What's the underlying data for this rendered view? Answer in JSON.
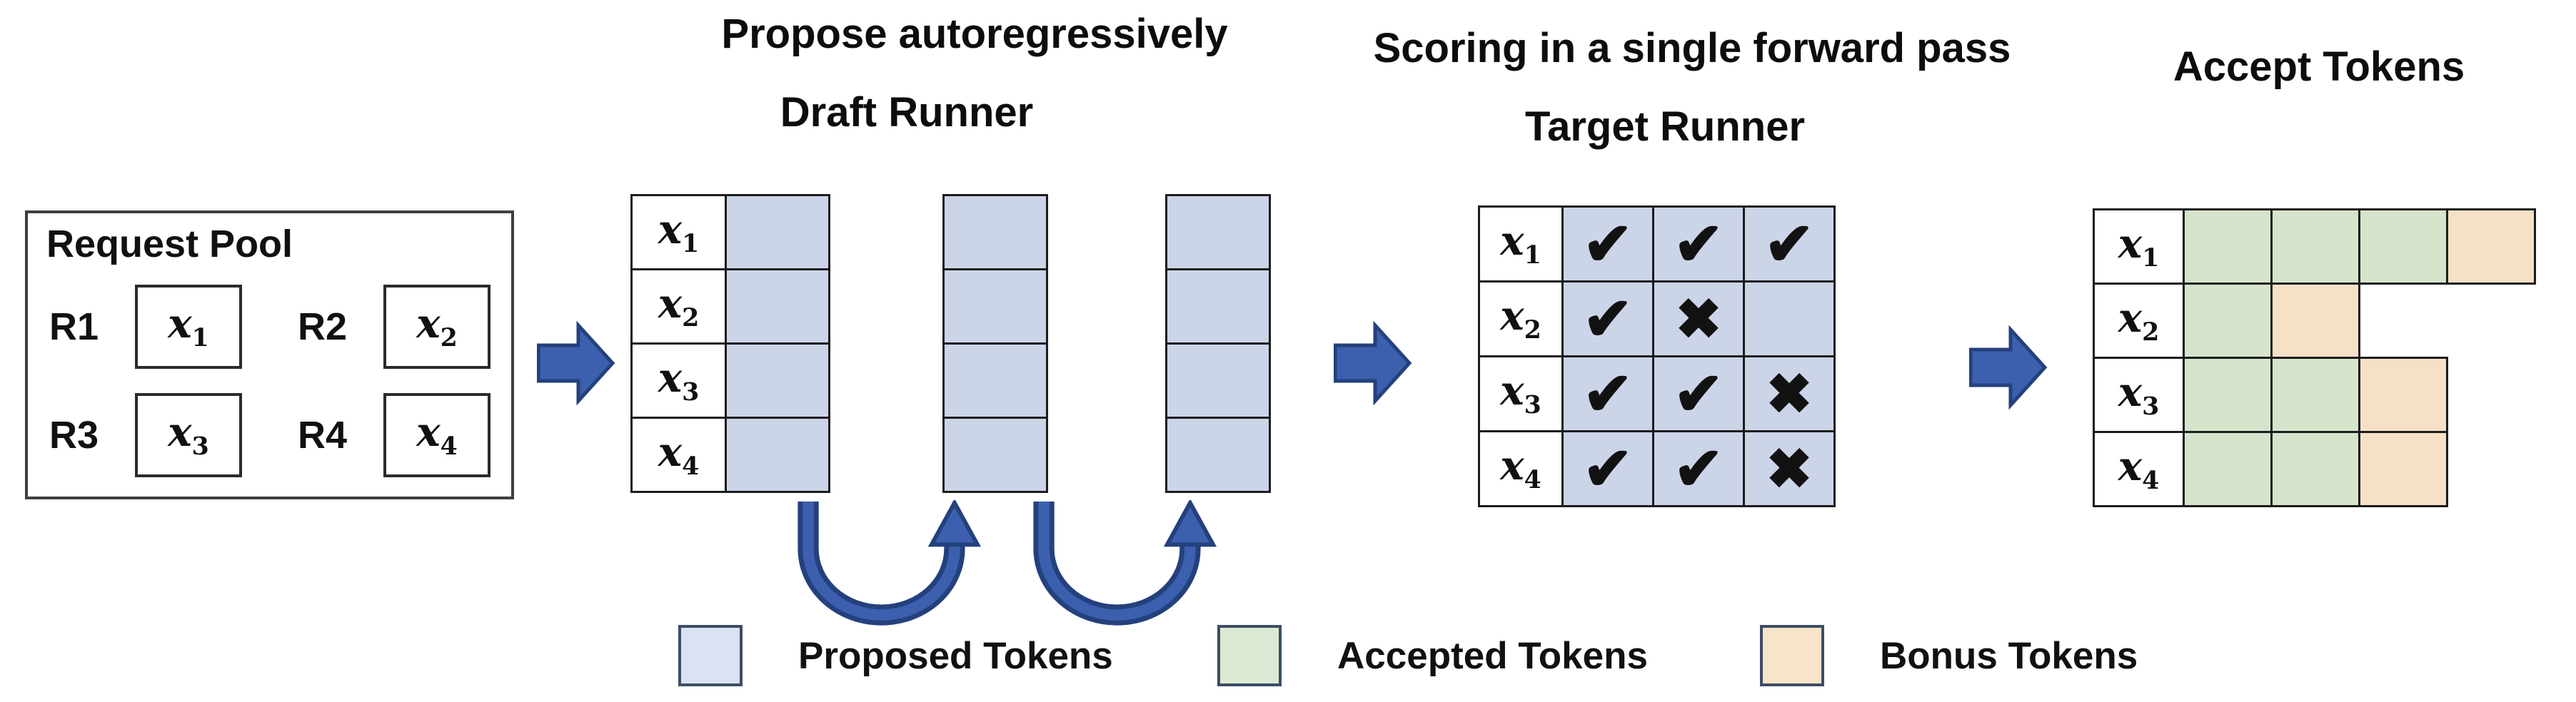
{
  "titles": {
    "propose": "Propose autoregressively",
    "draft_runner": "Draft Runner",
    "scoring": "Scoring in a single forward pass",
    "target_runner": "Target Runner",
    "accept_tokens": "Accept Tokens"
  },
  "request_pool": {
    "title": "Request Pool",
    "requests": [
      {
        "id": "R1",
        "token_base": "x",
        "token_sub": "1"
      },
      {
        "id": "R2",
        "token_base": "x",
        "token_sub": "2"
      },
      {
        "id": "R3",
        "token_base": "x",
        "token_sub": "3"
      },
      {
        "id": "R4",
        "token_base": "x",
        "token_sub": "4"
      }
    ]
  },
  "row_labels": [
    {
      "base": "x",
      "sub": "1"
    },
    {
      "base": "x",
      "sub": "2"
    },
    {
      "base": "x",
      "sub": "3"
    },
    {
      "base": "x",
      "sub": "4"
    }
  ],
  "draft": {
    "proposal_steps": 3,
    "rows": 4
  },
  "target": {
    "scores": [
      [
        "check",
        "check",
        "check"
      ],
      [
        "check",
        "cross",
        "none"
      ],
      [
        "check",
        "check",
        "cross"
      ],
      [
        "check",
        "check",
        "cross"
      ]
    ]
  },
  "accept": {
    "rows": [
      [
        "accepted",
        "accepted",
        "accepted",
        "bonus"
      ],
      [
        "accepted",
        "bonus"
      ],
      [
        "accepted",
        "accepted",
        "bonus"
      ],
      [
        "accepted",
        "accepted",
        "bonus"
      ]
    ]
  },
  "icons": {
    "check": "✔",
    "cross": "✖"
  },
  "legend": [
    {
      "key": "proposed",
      "label": "Proposed Tokens",
      "color": "#dbe3f3"
    },
    {
      "key": "accepted",
      "label": "Accepted Tokens",
      "color": "#dcead3"
    },
    {
      "key": "bonus",
      "label": "Bonus Tokens",
      "color": "#f8e4c9"
    }
  ],
  "colors": {
    "proposed_cell": "#ccd5e8",
    "accepted_cell": "#d6e4cb",
    "bonus_cell": "#f7e1c6",
    "arrow_fill": "#3c5fae",
    "arrow_outline": "#24417d",
    "table_border": "#1c1c1c"
  }
}
